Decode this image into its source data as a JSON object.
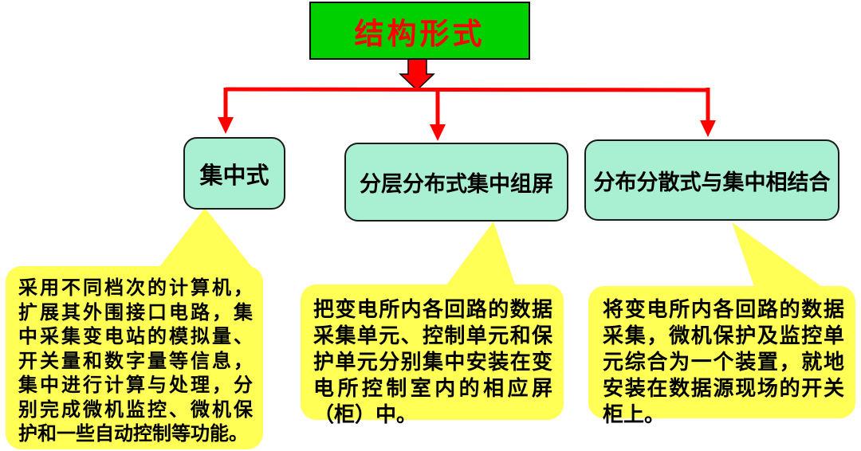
{
  "title": {
    "label": "结构形式"
  },
  "colors": {
    "root_bg": "#00CF00",
    "root_text": "#FF0000",
    "node_bg": "#A9EFD1",
    "node_border": "#1a1a1a",
    "callout_bg": "#FFFF55",
    "arrow": "#FF0000",
    "body_text": "#000000"
  },
  "nodes": [
    {
      "label": "集中式"
    },
    {
      "label": "分层分布式集中组屏"
    },
    {
      "label": "分布分散式与集中相结合"
    }
  ],
  "callouts": [
    {
      "lines": [
        "采用不同档次的计算机，",
        "扩展其外围接口电路，集",
        "中采集变电站的模拟量、",
        "开关量和数字量等信息，",
        "集中进行计算与处理，分",
        "别完成微机监控、微机保",
        "护和一些自动控制等功能。"
      ]
    },
    {
      "lines": [
        "把变电所内各回路的数据",
        "采集单元、控制单元和保",
        "护单元分别集中安装在变",
        "电所控制室内的相应屏",
        "（柜）中。"
      ]
    },
    {
      "lines": [
        "将变电所内各回路的数据",
        "采集，微机保护及监控单",
        "元综合为一个装置，就地",
        "安装在数据源现场的开关",
        "柜上。"
      ]
    }
  ]
}
